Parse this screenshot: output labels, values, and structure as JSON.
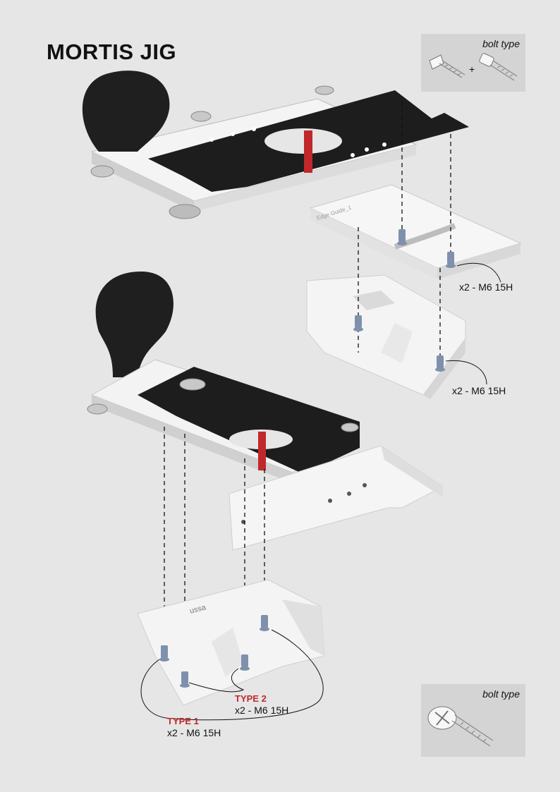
{
  "title": "MORTIS JIG",
  "bolt_box_top": {
    "label": "bolt type",
    "plus": "+"
  },
  "bolt_box_bottom": {
    "label": "bolt type"
  },
  "part_texts": {
    "edge_guide": "Edge Guide_1",
    "brand": "ussa"
  },
  "callouts": {
    "upper_plate": "x2 - M6 15H",
    "upper_holder": "x2 - M6 15H",
    "type2_label": "TYPE 2",
    "type2_spec": "x2 - M6 15H",
    "type1_label": "TYPE 1",
    "type1_spec": "x2 - M6 15H"
  },
  "colors": {
    "background": "#e6e6e6",
    "accent_red": "#c0282b",
    "panel": "#d4d4d4",
    "bolt_blue": "#7f90ad"
  }
}
